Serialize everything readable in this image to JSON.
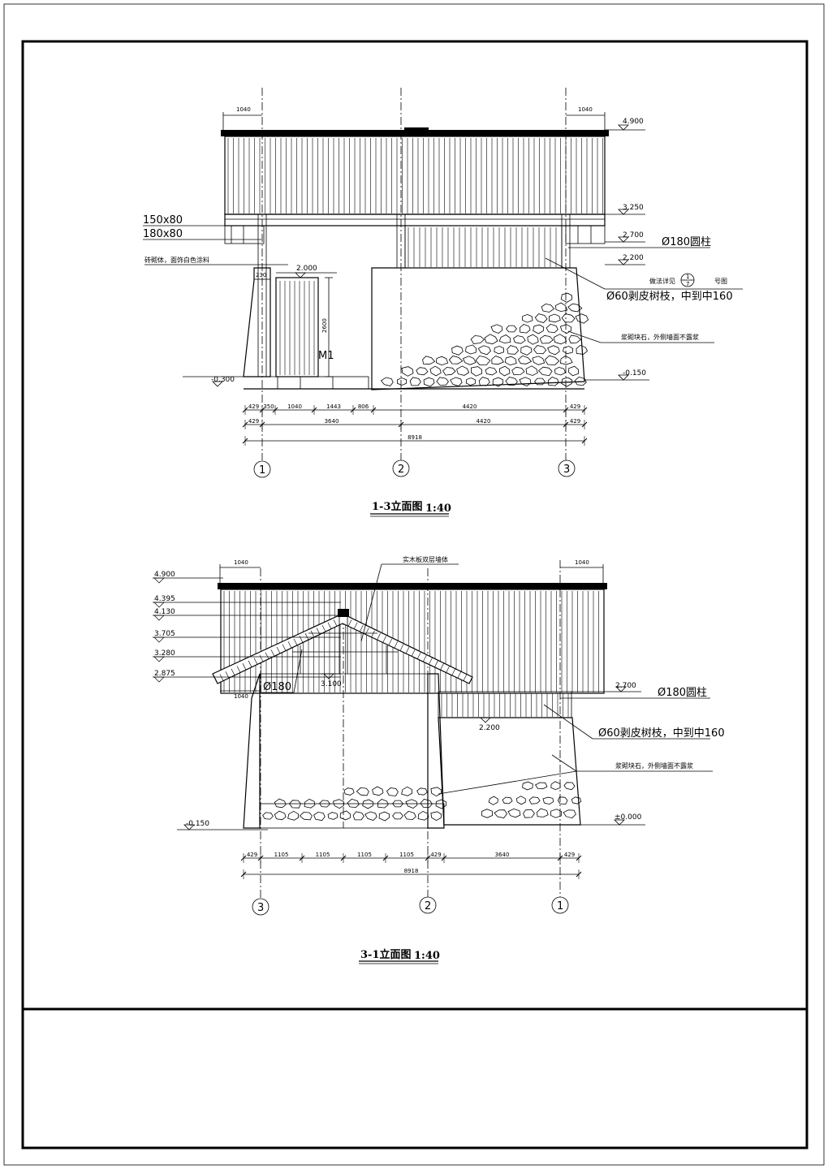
{
  "frame": {
    "color_line": "#000000",
    "color_bg": "#ffffff"
  },
  "top_view": {
    "title": "1-3立面图",
    "scale": "1:40",
    "eave_widths": [
      "1040",
      "1040"
    ],
    "levels": [
      "4.900",
      "3.250",
      "2.700",
      "2.200",
      "-0.150",
      "-0.300",
      "2.000"
    ],
    "beam_labels": [
      "150x80",
      "180x80"
    ],
    "notes": {
      "wall": "砖砌体，面饰白色涂料",
      "column": "Ø180圆柱",
      "detail": "做法详见",
      "detail_suffix": "号图",
      "detail_num": "1",
      "detail_sheet": "7",
      "rafter": "Ø60剥皮树枝，中到中160",
      "stone": "浆砌块石，外侧墙面不露浆"
    },
    "door": {
      "label": "M1",
      "height": "2600"
    },
    "dims_row1": [
      "429",
      "350",
      "1040",
      "1443",
      "806",
      "4420",
      "429"
    ],
    "dims_row2": [
      "429",
      "3640",
      "4420",
      "429"
    ],
    "dims_total": "8918",
    "small_dim": "230",
    "axes": [
      "1",
      "2",
      "3"
    ]
  },
  "bottom_view": {
    "title": "3-1立面图",
    "scale": "1:40",
    "eave_widths": [
      "1040",
      "1040",
      "1040"
    ],
    "levels_left": [
      "4.900",
      "4.395",
      "4.130",
      "3.705",
      "3.280",
      "2.875"
    ],
    "levels_other": [
      "3.100",
      "2.700",
      "2.200",
      "-0.150",
      "±0.000"
    ],
    "notes": {
      "wall": "实木板双层墙体",
      "post": "Ø180",
      "column": "Ø180圆柱",
      "rafter": "Ø60剥皮树枝，中到中160",
      "stone": "浆砌块石，外侧墙面不露浆"
    },
    "dims_row1": [
      "429",
      "1105",
      "1105",
      "1105",
      "1105",
      "429",
      "3640",
      "429"
    ],
    "dims_total": "8918",
    "axes": [
      "3",
      "2",
      "1"
    ]
  }
}
